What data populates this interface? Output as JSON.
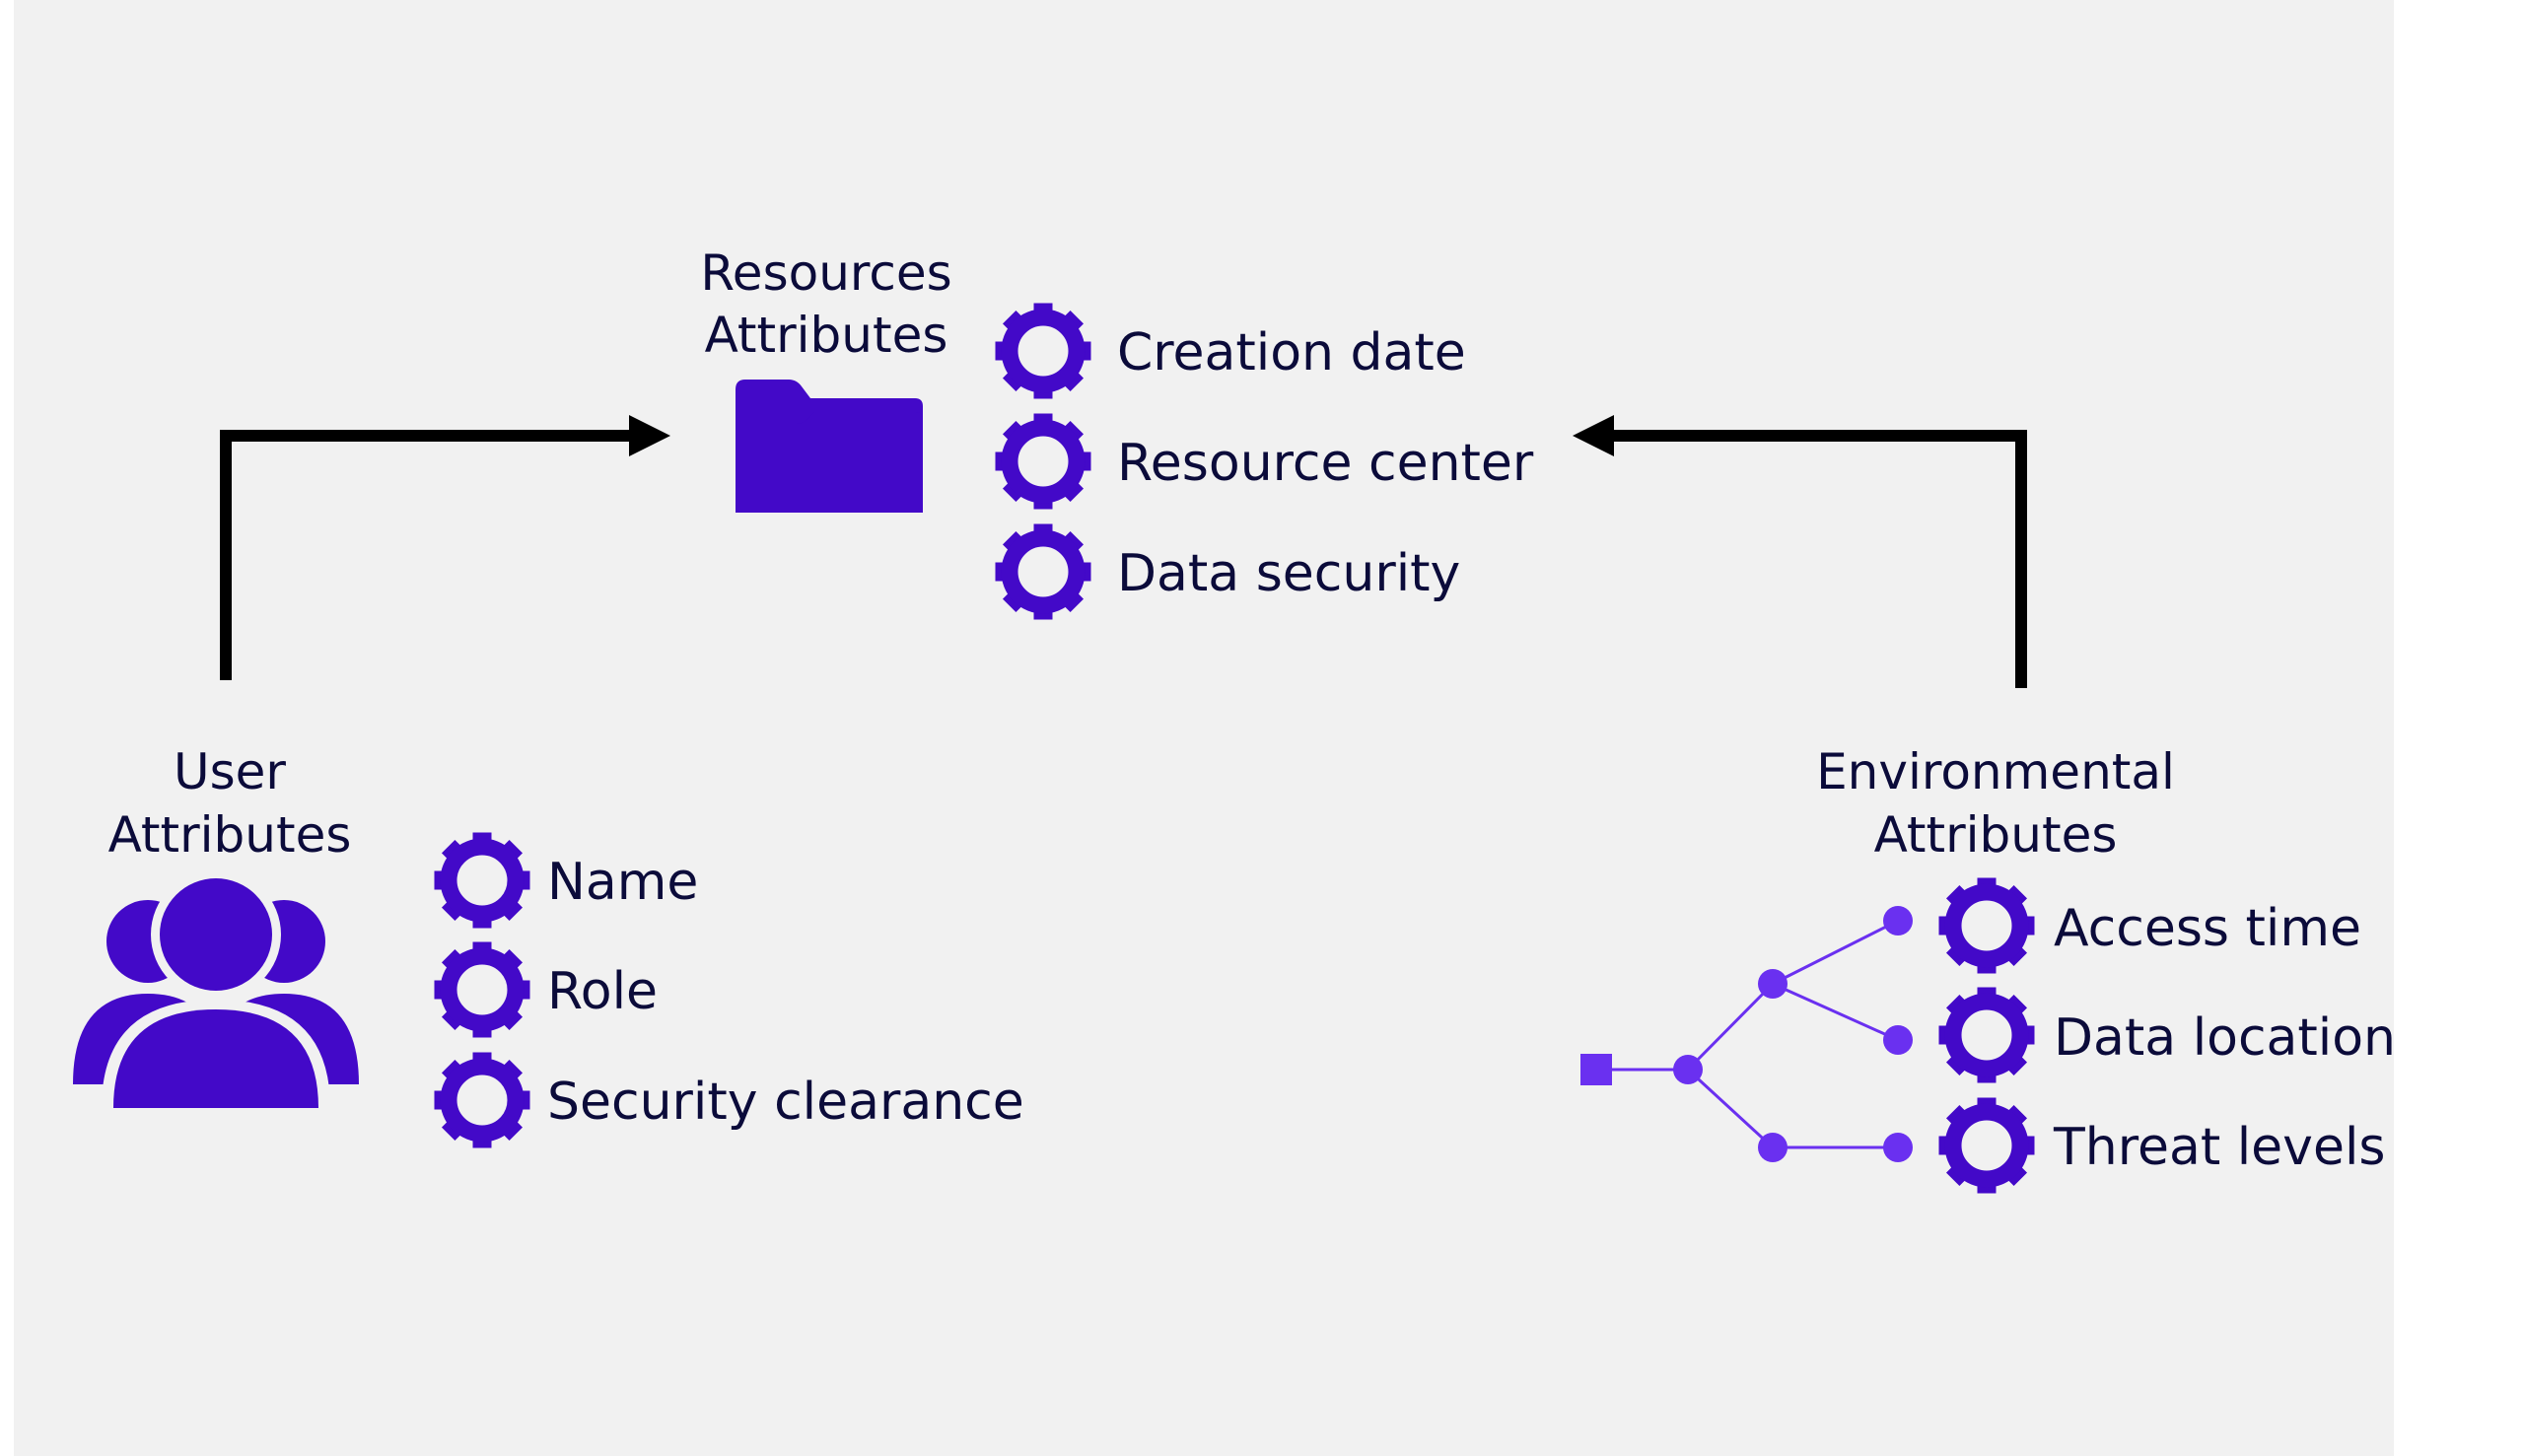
{
  "colors": {
    "panel": "#f1f1f1",
    "accent": "#4309c8",
    "tree": "#6a30f0",
    "text": "#0b0b3a",
    "arrow": "#000000"
  },
  "resources": {
    "title_line1": "Resources",
    "title_line2": "Attributes",
    "icon": "folder-icon",
    "items": [
      "Creation date",
      "Resource center",
      "Data security"
    ]
  },
  "user": {
    "title_line1": "User",
    "title_line2": "Attributes",
    "icon": "users-group-icon",
    "items": [
      "Name",
      "Role",
      "Security clearance"
    ]
  },
  "environmental": {
    "title_line1": "Environmental",
    "title_line2": "Attributes",
    "icon": "network-tree-icon",
    "items": [
      "Access time",
      "Data location",
      "Threat levels"
    ]
  },
  "item_icon": "gear-icon"
}
